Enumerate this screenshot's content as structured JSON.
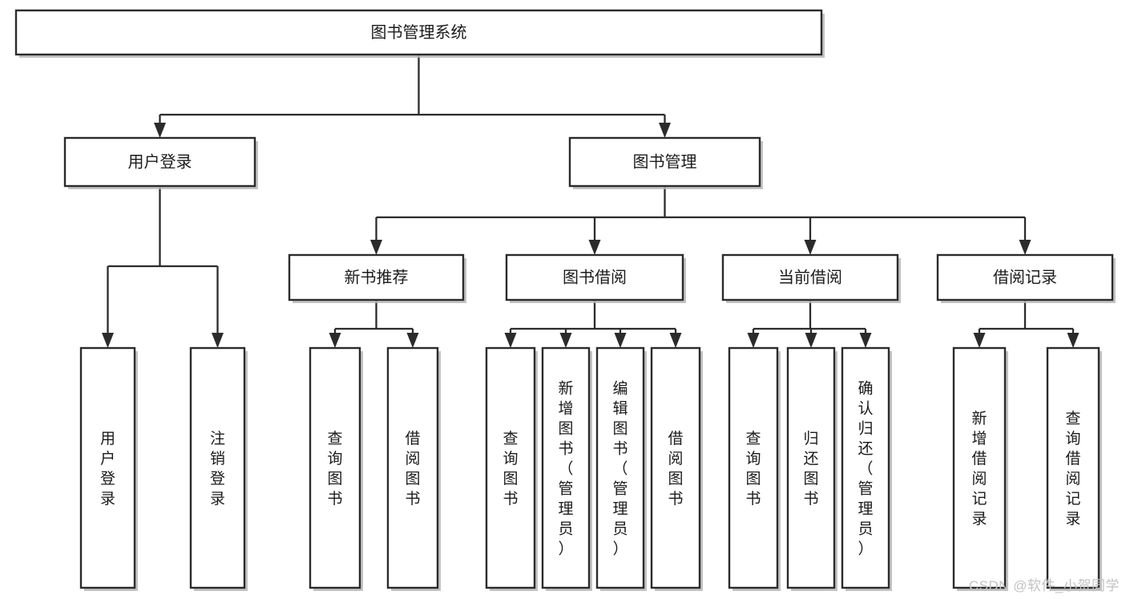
{
  "diagram": {
    "type": "tree",
    "title": "图书管理系统",
    "watermark": "CSDN @软件_小贺同学",
    "orientation": "top-down",
    "colors": {
      "box_stroke": "#2b2b2b",
      "box_fill": "#ffffff",
      "connector": "#2b2b2b",
      "text": "#1b1b1b",
      "watermark": "#c2c2c2",
      "background": "#ffffff"
    },
    "nodes": {
      "root": {
        "label": "图书管理系统",
        "level": 0,
        "orientation": "horizontal"
      },
      "l1": [
        {
          "id": "user-login",
          "label": "用户登录",
          "orientation": "horizontal"
        },
        {
          "id": "book-manage",
          "label": "图书管理",
          "orientation": "horizontal"
        }
      ],
      "l2": [
        {
          "id": "new-book-rec",
          "label": "新书推荐",
          "parent": "book-manage",
          "orientation": "horizontal"
        },
        {
          "id": "book-borrow",
          "label": "图书借阅",
          "parent": "book-manage",
          "orientation": "horizontal"
        },
        {
          "id": "current-borrow",
          "label": "当前借阅",
          "parent": "book-manage",
          "orientation": "horizontal"
        },
        {
          "id": "borrow-record",
          "label": "借阅记录",
          "parent": "book-manage",
          "orientation": "horizontal"
        }
      ],
      "leaves": [
        {
          "id": "leaf-user-login",
          "label": "用户登录",
          "parent": "user-login",
          "orientation": "vertical"
        },
        {
          "id": "leaf-user-logout",
          "label": "注销登录",
          "parent": "user-login",
          "orientation": "vertical"
        },
        {
          "id": "leaf-query-book-1",
          "label": "查询图书",
          "parent": "new-book-rec",
          "orientation": "vertical"
        },
        {
          "id": "leaf-borrow-book-1",
          "label": "借阅图书",
          "parent": "new-book-rec",
          "orientation": "vertical"
        },
        {
          "id": "leaf-query-book-2",
          "label": "查询图书",
          "parent": "book-borrow",
          "orientation": "vertical"
        },
        {
          "id": "leaf-add-book",
          "label": "新增图书（管理员）",
          "parent": "book-borrow",
          "orientation": "vertical"
        },
        {
          "id": "leaf-edit-book",
          "label": "编辑图书（管理员）",
          "parent": "book-borrow",
          "orientation": "vertical"
        },
        {
          "id": "leaf-borrow-book-2",
          "label": "借阅图书",
          "parent": "book-borrow",
          "orientation": "vertical"
        },
        {
          "id": "leaf-query-book-3",
          "label": "查询图书",
          "parent": "current-borrow",
          "orientation": "vertical"
        },
        {
          "id": "leaf-return-book",
          "label": "归还图书",
          "parent": "current-borrow",
          "orientation": "vertical"
        },
        {
          "id": "leaf-confirm-return",
          "label": "确认归还（管理员）",
          "parent": "current-borrow",
          "orientation": "vertical"
        },
        {
          "id": "leaf-add-record",
          "label": "新增借阅记录",
          "parent": "borrow-record",
          "orientation": "vertical"
        },
        {
          "id": "leaf-query-record",
          "label": "查询借阅记录",
          "parent": "borrow-record",
          "orientation": "vertical"
        }
      ]
    }
  }
}
